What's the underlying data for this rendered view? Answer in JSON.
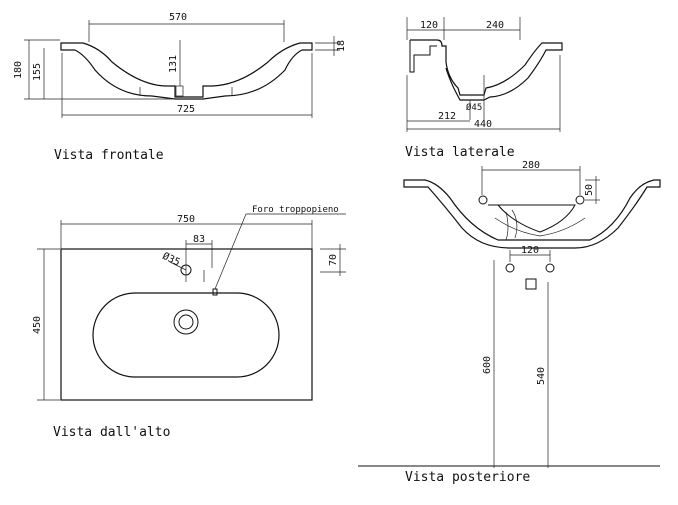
{
  "views": {
    "front": {
      "caption": "Vista frontale",
      "dims": {
        "top_width": "570",
        "overall_width": "725",
        "height": "180",
        "bowl_height": "155",
        "depth": "131",
        "rim": "18"
      }
    },
    "side": {
      "caption": "Vista laterale",
      "dims": {
        "back_offset": "120",
        "front_width": "240",
        "drain_offset": "212",
        "overall_depth": "440",
        "drain_diameter": "Ø45"
      }
    },
    "top": {
      "caption": "Vista dall'alto",
      "dims": {
        "width": "750",
        "depth": "450",
        "tap_offset": "83",
        "tap_hole": "Ø35",
        "tap_from_back": "70"
      },
      "overflow_label": "Foro troppopieno"
    },
    "rear": {
      "caption": "Vista posteriore",
      "dims": {
        "fixing_span": "280",
        "fixing_height": "50",
        "waste_span": "120",
        "height_600": "600",
        "height_540": "540"
      }
    }
  }
}
